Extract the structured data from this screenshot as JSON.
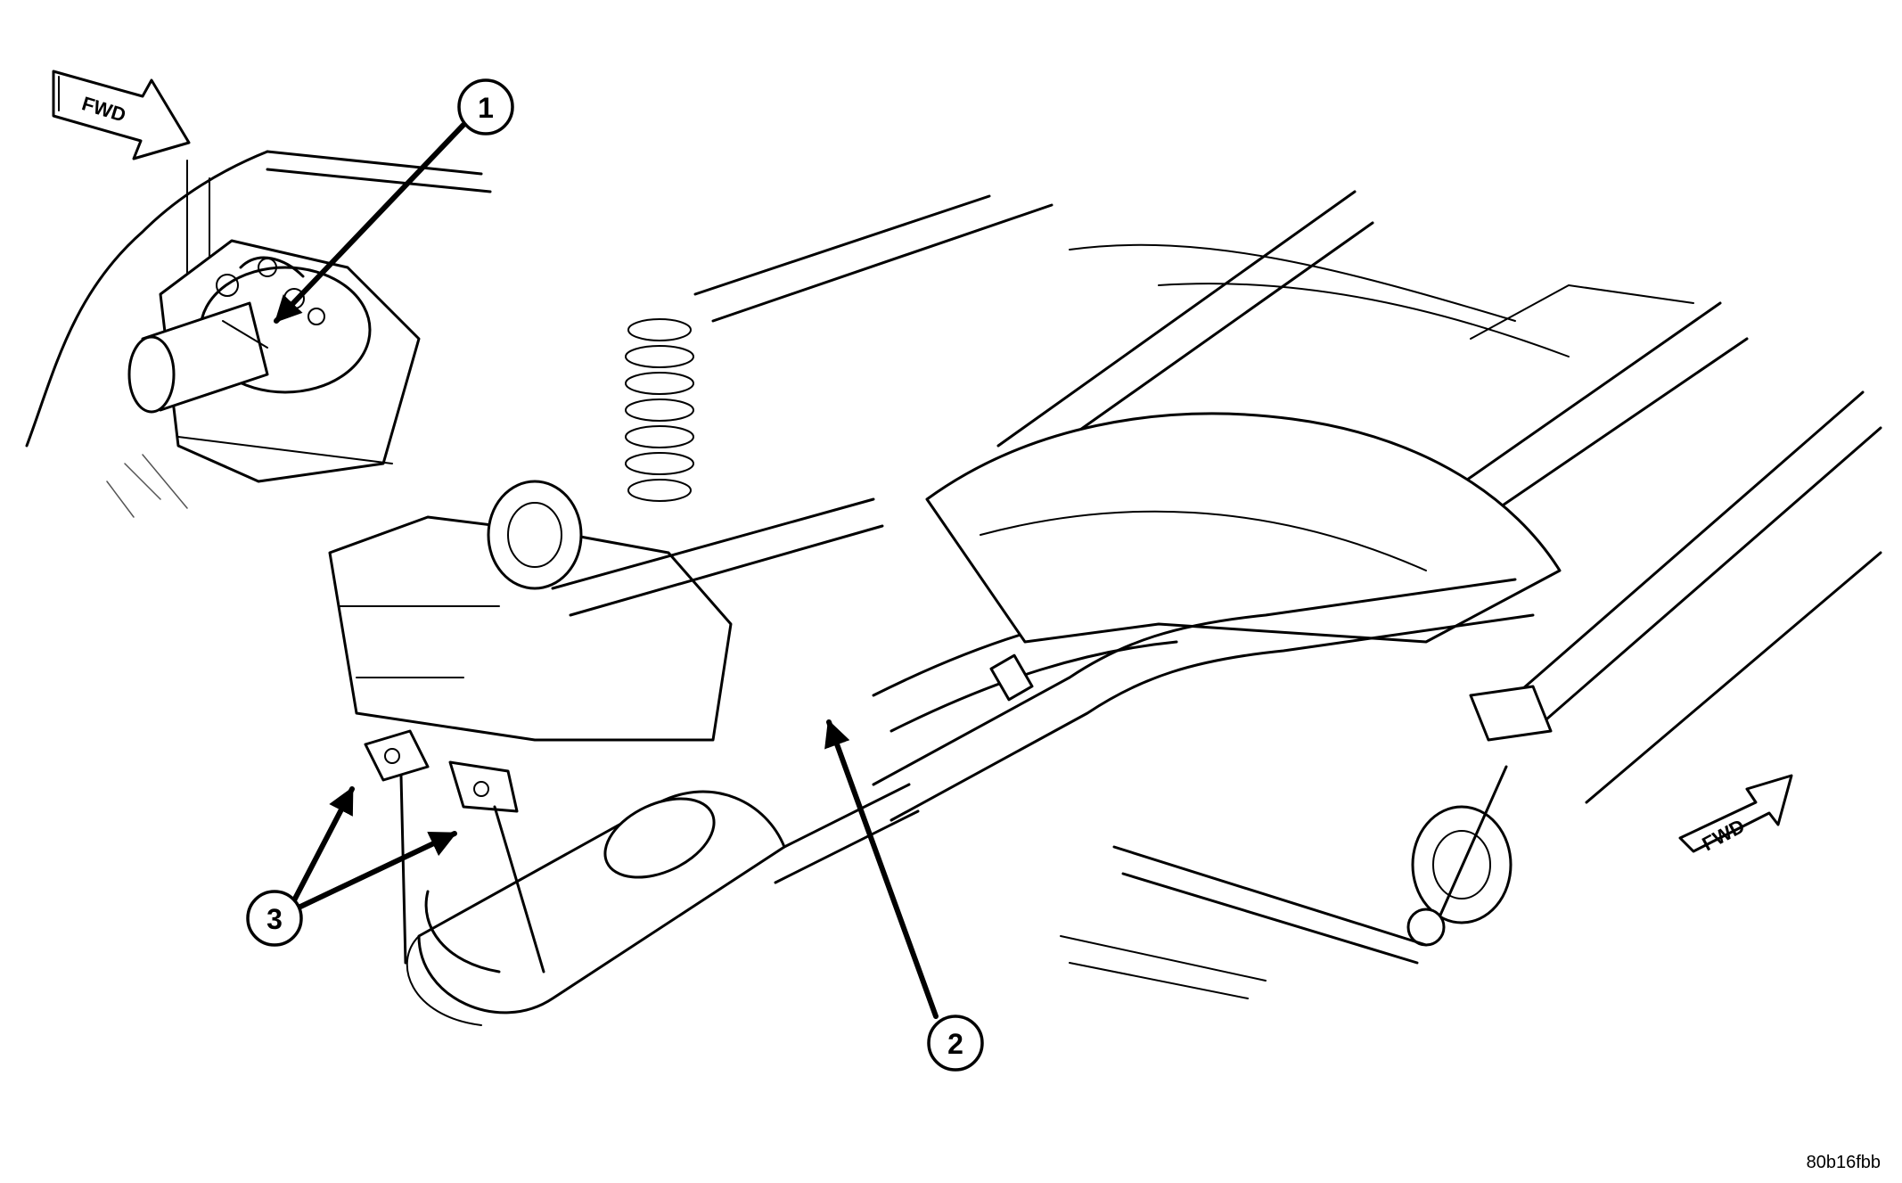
{
  "diagram": {
    "direction_label_top": "FWD",
    "direction_label_bottom": "FWD",
    "callouts": [
      {
        "number": "1"
      },
      {
        "number": "2"
      },
      {
        "number": "3"
      }
    ],
    "figure_code": "80b16fbb"
  }
}
